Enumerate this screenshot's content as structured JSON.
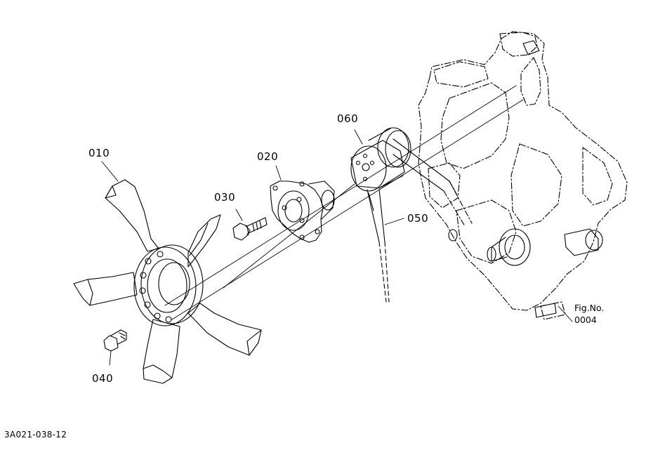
{
  "callouts": {
    "part_010": "010",
    "part_020": "020",
    "part_030": "030",
    "part_040": "040",
    "part_050": "050",
    "part_060": "060"
  },
  "figure_ref": {
    "label": "Fig.No.",
    "number": "0004"
  },
  "drawing_code": "3A021-038-12"
}
